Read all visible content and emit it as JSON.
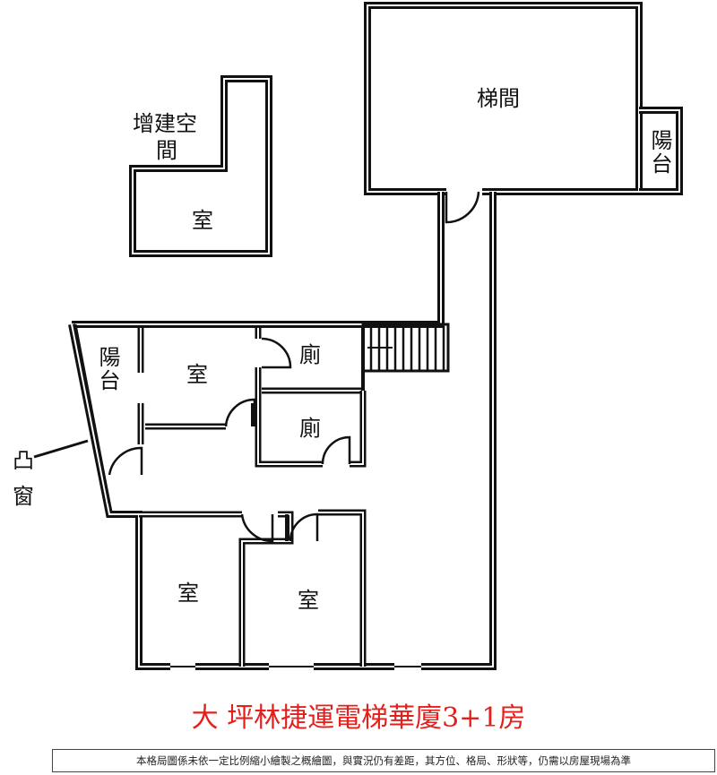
{
  "rooms": {
    "added_space_line1": "增建空",
    "added_space_line2": "間",
    "added_room": "室",
    "stair_room": "梯間",
    "balcony_right": "陽台",
    "balcony_left": "陽台",
    "room_upper": "室",
    "toilet_upper": "廁",
    "toilet_lower": "廁",
    "room_lower_left": "室",
    "room_lower_right": "室",
    "bay_window_symbol": "凸",
    "bay_window_label": "窗"
  },
  "footer": {
    "title": "大 坪林捷運電梯華廈3+1房",
    "disclaimer": "本格局圖係未依一定比例縮小繪製之概繪圖，與實況仍有差距，其方位、格局、形狀等，仍需以房屋現場為準"
  },
  "colors": {
    "wall": "#111111",
    "title": "#e3201c",
    "background": "#ffffff"
  }
}
